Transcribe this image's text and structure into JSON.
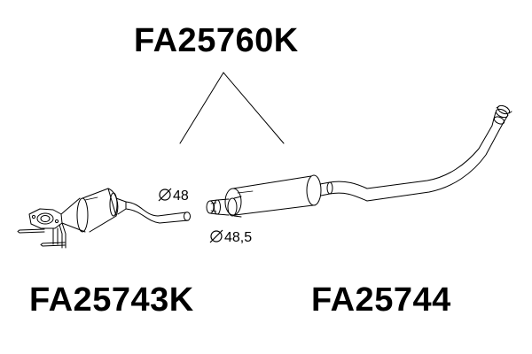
{
  "kit_code": "FA25760K",
  "parts": [
    {
      "code": "FA25743K",
      "connector_diameter": "48"
    },
    {
      "code": "FA25744",
      "connector_diameter": "48,5"
    }
  ],
  "symbols": {
    "diameter": "diameter-icon"
  },
  "colors": {
    "line": "#000000",
    "background": "#ffffff"
  }
}
